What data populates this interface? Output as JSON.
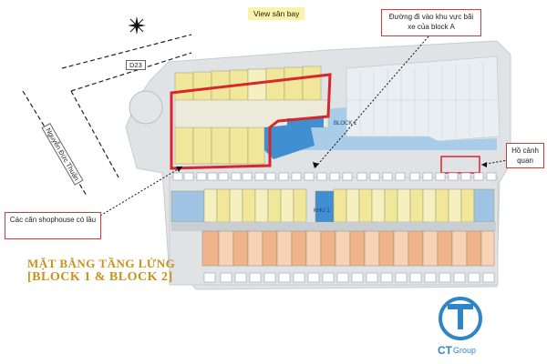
{
  "labels": {
    "view_airport": "View sân bay",
    "road_d23": "D23",
    "road_nguyen_duc_thuan": "Nguyễn Đức Thuận",
    "parking_entrance": "Đường đi vào khu vực bãi xe của block A",
    "landscape_lake": "Hồ cảnh quan",
    "shophouse": "Các căn shophouse có lầu",
    "block_label": "BLOCK 1",
    "khu_label": "KHU 1"
  },
  "title": {
    "line1": "MẶT BẰNG TẦNG LỬNG",
    "line2": "[BLOCK 1 & BLOCK 2]"
  },
  "logo": {
    "brand_main": "CT",
    "brand_sub": "Group"
  },
  "colors": {
    "highlight_red": "#d9262b",
    "unit_yellow": "#f1e79a",
    "unit_orange": "#f0b48a",
    "water_blue": "#3f8fd1",
    "logo_blue": "#2f86c6",
    "title_gold": "#c8921a"
  }
}
